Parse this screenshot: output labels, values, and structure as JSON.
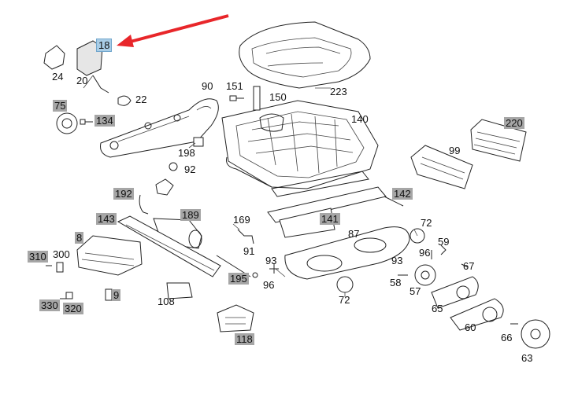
{
  "accent": {
    "arrow": "#e8262a",
    "target_bg": "#a9cde6",
    "highlight_bg": "#a6a6a6"
  },
  "labels": [
    {
      "id": "18",
      "hl": "target"
    },
    {
      "id": "24",
      "hl": "none"
    },
    {
      "id": "20",
      "hl": "none"
    },
    {
      "id": "22",
      "hl": "none"
    },
    {
      "id": "75",
      "hl": "grey"
    },
    {
      "id": "134",
      "hl": "grey"
    },
    {
      "id": "90",
      "hl": "none"
    },
    {
      "id": "151",
      "hl": "none"
    },
    {
      "id": "150",
      "hl": "none"
    },
    {
      "id": "223",
      "hl": "none"
    },
    {
      "id": "140",
      "hl": "none"
    },
    {
      "id": "220",
      "hl": "grey"
    },
    {
      "id": "198",
      "hl": "none"
    },
    {
      "id": "92",
      "hl": "none"
    },
    {
      "id": "99",
      "hl": "none"
    },
    {
      "id": "192",
      "hl": "grey"
    },
    {
      "id": "142",
      "hl": "grey"
    },
    {
      "id": "143",
      "hl": "grey"
    },
    {
      "id": "189",
      "hl": "grey"
    },
    {
      "id": "169",
      "hl": "none"
    },
    {
      "id": "141",
      "hl": "grey"
    },
    {
      "id": "72",
      "hl": "none"
    },
    {
      "id": "87",
      "hl": "none"
    },
    {
      "id": "59",
      "hl": "none"
    },
    {
      "id": "8",
      "hl": "grey"
    },
    {
      "id": "91",
      "hl": "none"
    },
    {
      "id": "96",
      "hl": "none"
    },
    {
      "id": "310",
      "hl": "grey"
    },
    {
      "id": "300",
      "hl": "none"
    },
    {
      "id": "93",
      "hl": "none"
    },
    {
      "id": "93",
      "hl": "none"
    },
    {
      "id": "67",
      "hl": "none"
    },
    {
      "id": "195",
      "hl": "grey"
    },
    {
      "id": "96",
      "hl": "none"
    },
    {
      "id": "58",
      "hl": "none"
    },
    {
      "id": "57",
      "hl": "none"
    },
    {
      "id": "9",
      "hl": "grey"
    },
    {
      "id": "108",
      "hl": "none"
    },
    {
      "id": "72",
      "hl": "none"
    },
    {
      "id": "330",
      "hl": "grey"
    },
    {
      "id": "320",
      "hl": "grey"
    },
    {
      "id": "65",
      "hl": "none"
    },
    {
      "id": "60",
      "hl": "none"
    },
    {
      "id": "66",
      "hl": "none"
    },
    {
      "id": "118",
      "hl": "grey"
    },
    {
      "id": "63",
      "hl": "none"
    }
  ]
}
